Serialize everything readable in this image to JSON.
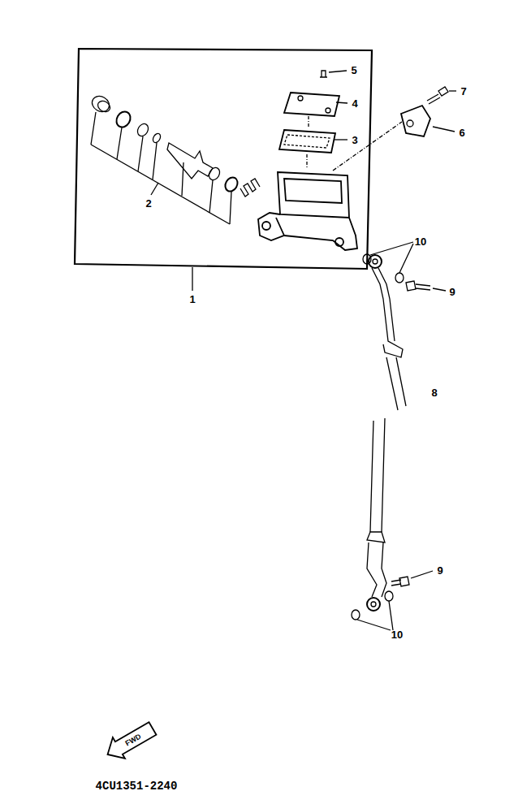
{
  "diagram": {
    "labels": [
      "5",
      "4",
      "3",
      "7",
      "6",
      "2",
      "10",
      "9",
      "1",
      "8",
      "9",
      "10",
      "FWD",
      "4CU1351-2240"
    ]
  }
}
